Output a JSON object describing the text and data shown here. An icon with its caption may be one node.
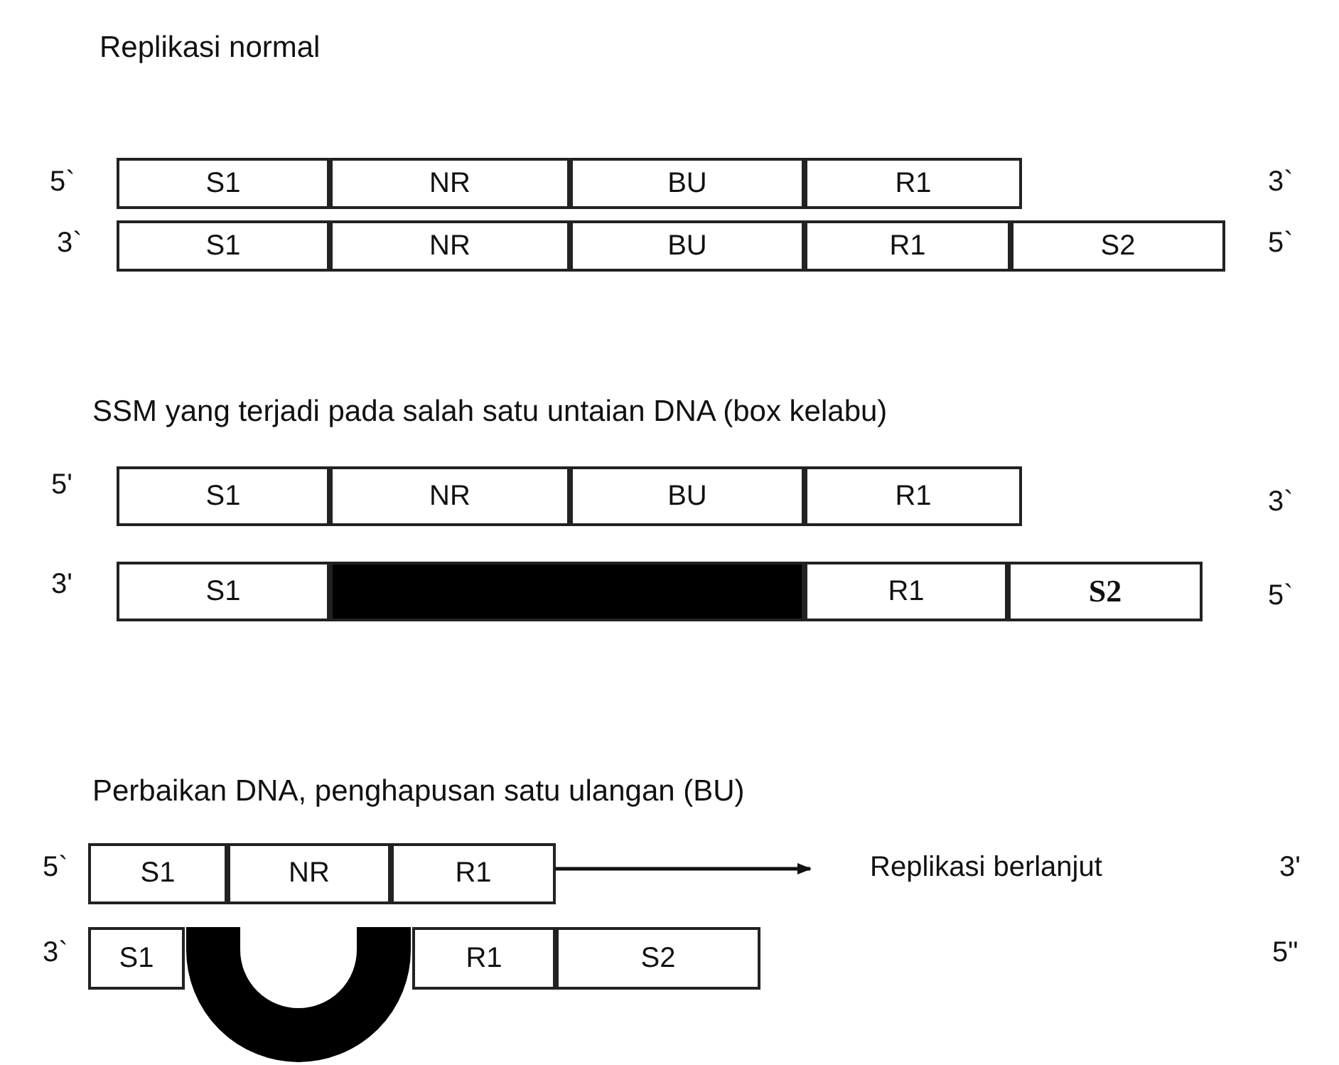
{
  "diagram": {
    "nodes": [
      {
        "text": [
          "S1"
        ]
      },
      {
        "text": [
          "NR"
        ]
      },
      {
        "text": [
          "BU"
        ]
      },
      {
        "text": [
          "R1"
        ]
      },
      {
        "text": [
          "S1"
        ]
      },
      {
        "text": [
          "NR"
        ]
      },
      {
        "text": [
          "BU"
        ]
      },
      {
        "text": [
          "R1"
        ]
      },
      {
        "text": [
          "S2"
        ]
      },
      {
        "text": [
          "S1"
        ]
      },
      {
        "text": [
          "NR"
        ]
      },
      {
        "text": [
          "BU"
        ]
      },
      {
        "text": [
          "R1"
        ]
      },
      {
        "text": [
          "S1"
        ]
      },
      {
        "text": [],
        "shape": "box"
      },
      {
        "text": [
          "R1"
        ]
      },
      {
        "text": [
          "S2"
        ]
      },
      {
        "text": [
          "S1"
        ]
      },
      {
        "text": [
          "NR"
        ]
      },
      {
        "text": [
          "R1"
        ]
      },
      {
        "text": [
          "S1"
        ]
      },
      {
        "text": [],
        "shape": "arc"
      },
      {
        "text": [
          "R1"
        ]
      },
      {
        "text": [
          "S2"
        ]
      }
    ],
    "edges": [],
    "labels": [
      "Replikasi normal",
      "5`",
      "3`",
      "3`",
      "5`",
      "SSM yang terjadi pada salah satu untaian DNA (box kelabu)",
      "5'",
      "3`",
      "3'",
      "5`",
      "Perbaikan DNA, penghapusan satu ulangan (BU)",
      "5`",
      "Replikasi berlanjut",
      "3'",
      "3`",
      "5\""
    ]
  }
}
